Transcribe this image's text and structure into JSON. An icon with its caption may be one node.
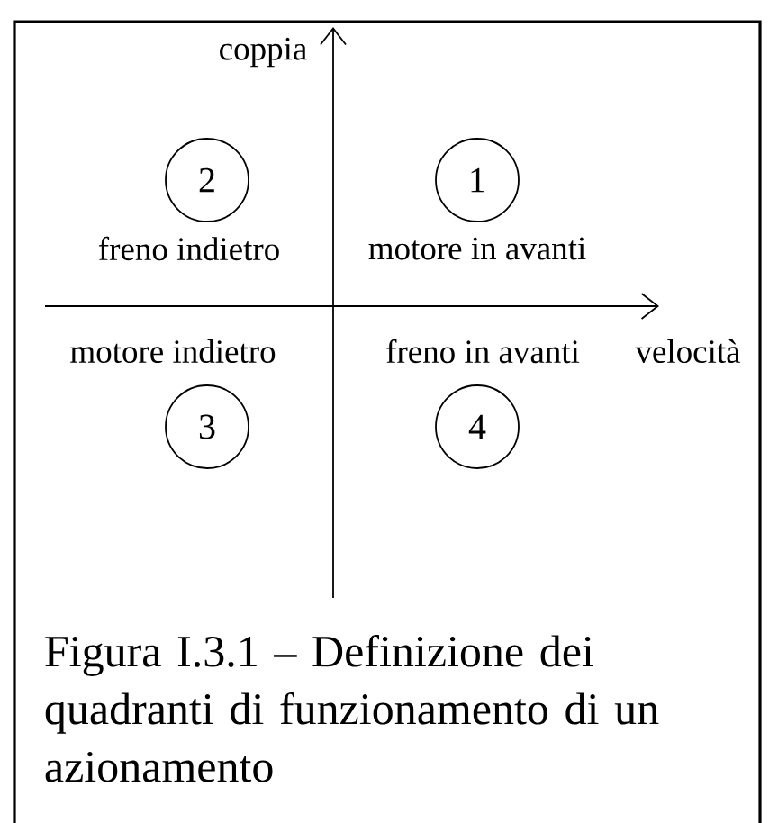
{
  "diagram": {
    "caption": "Figura I.3.1 – Definizione dei quadranti di funzionamento di un azionamento",
    "nodes": [
      {
        "text": [
          "2"
        ],
        "beside": [
          "freno indietro"
        ]
      },
      {
        "text": [
          "1"
        ],
        "beside": [
          "motore in avanti"
        ]
      },
      {
        "text": [
          "3"
        ],
        "beside": [
          "motore indietro"
        ]
      },
      {
        "text": [
          "4"
        ],
        "beside": [
          "freno in avanti"
        ]
      }
    ],
    "labels": [
      "coppia",
      "velocità"
    ]
  }
}
